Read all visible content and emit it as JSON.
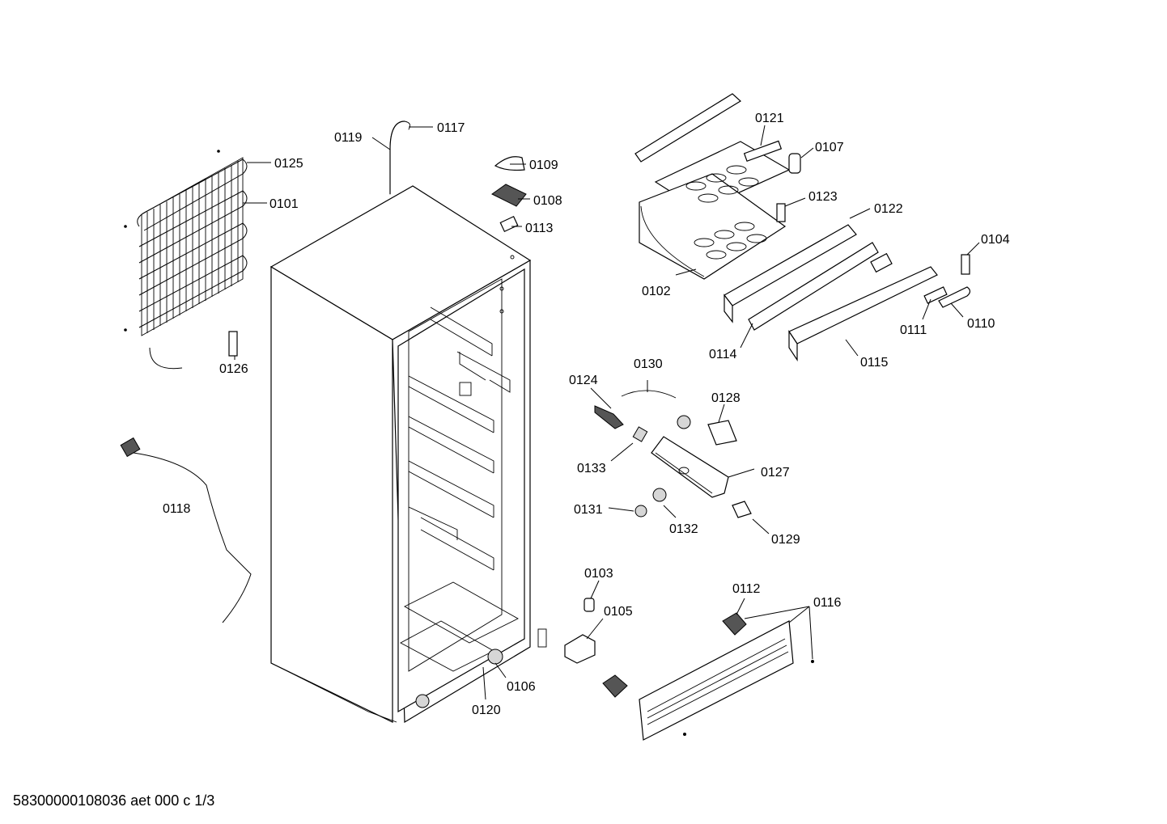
{
  "diagram": {
    "document_reference": "58300000108036 aet 000 c 1/3",
    "callouts": [
      {
        "id": "0117"
      },
      {
        "id": "0119"
      },
      {
        "id": "0109"
      },
      {
        "id": "0108"
      },
      {
        "id": "0113"
      },
      {
        "id": "0121"
      },
      {
        "id": "0107"
      },
      {
        "id": "0123"
      },
      {
        "id": "0122"
      },
      {
        "id": "0104"
      },
      {
        "id": "0102"
      },
      {
        "id": "0111"
      },
      {
        "id": "0110"
      },
      {
        "id": "0114"
      },
      {
        "id": "0115"
      },
      {
        "id": "0125"
      },
      {
        "id": "0101"
      },
      {
        "id": "0126"
      },
      {
        "id": "0118"
      },
      {
        "id": "0130"
      },
      {
        "id": "0124"
      },
      {
        "id": "0128"
      },
      {
        "id": "0133"
      },
      {
        "id": "0127"
      },
      {
        "id": "0131"
      },
      {
        "id": "0132"
      },
      {
        "id": "0129"
      },
      {
        "id": "0103"
      },
      {
        "id": "0105"
      },
      {
        "id": "0112"
      },
      {
        "id": "0116"
      },
      {
        "id": "0106"
      },
      {
        "id": "0120"
      }
    ]
  }
}
